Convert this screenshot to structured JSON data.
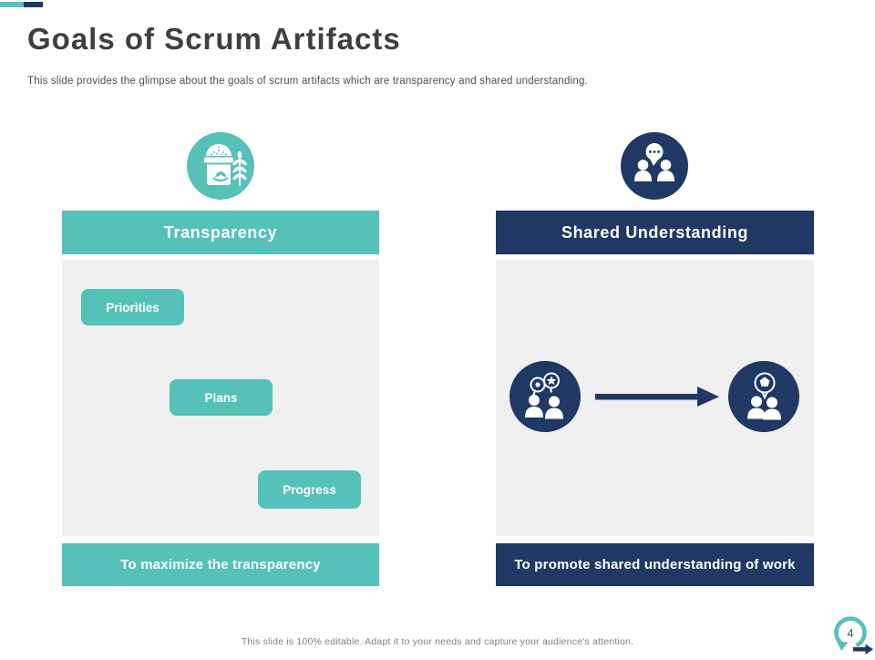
{
  "slide": {
    "title": "Goals of Scrum Artifacts",
    "subtitle": "This slide provides the glimpse about the goals of scrum artifacts which are transparency and shared understanding.",
    "footer_note": "This slide is 100% editable. Adapt it to your needs and capture your audience's attention.",
    "page_number": "4"
  },
  "colors": {
    "teal": "#55C1B8",
    "navy": "#1F3864",
    "panel_gray": "#F0F0F0",
    "title_gray": "#3F3F3F",
    "footer_gray": "#808080"
  },
  "transparency_column": {
    "header": "Transparency",
    "icon": "grain-sack-wheat-icon",
    "items": [
      {
        "label": "Priorities"
      },
      {
        "label": "Plans"
      },
      {
        "label": "Progress"
      }
    ],
    "caption": "To maximize the transparency"
  },
  "shared_understanding_column": {
    "header": "Shared Understanding",
    "icon": "people-conversation-icon",
    "flow": {
      "from_icon": "people-discussion-star-icon",
      "arrow_icon": "right-arrow-icon",
      "to_icon": "people-agreement-icon"
    },
    "caption": "To promote shared understanding of work"
  }
}
